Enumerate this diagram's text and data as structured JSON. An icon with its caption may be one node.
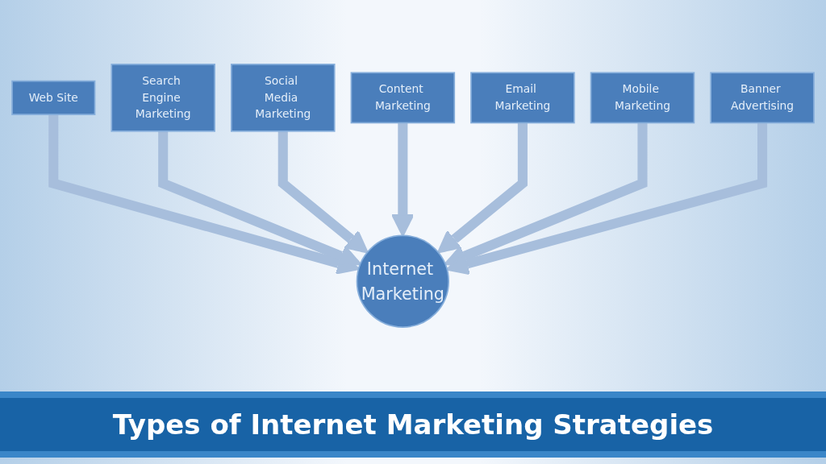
{
  "diagram": {
    "title": "Types of Internet Marketing Strategies",
    "nodes": [
      {
        "text": [
          "Web Site"
        ]
      },
      {
        "text": [
          "Search Engine Marketing"
        ]
      },
      {
        "text": [
          "Social Media Marketing"
        ]
      },
      {
        "text": [
          "Content Marketing"
        ]
      },
      {
        "text": [
          "Email Marketing"
        ]
      },
      {
        "text": [
          "Mobile Marketing"
        ]
      },
      {
        "text": [
          "Banner Advertising"
        ]
      },
      {
        "text": [
          "Internet Marketing"
        ]
      }
    ],
    "edges": [
      {
        "from": 0,
        "to": 7,
        "arrow": "to"
      },
      {
        "from": 1,
        "to": 7,
        "arrow": "to"
      },
      {
        "from": 2,
        "to": 7,
        "arrow": "to"
      },
      {
        "from": 3,
        "to": 7,
        "arrow": "to"
      },
      {
        "from": 4,
        "to": 7,
        "arrow": "to"
      },
      {
        "from": 5,
        "to": 7,
        "arrow": "to"
      },
      {
        "from": 6,
        "to": 7,
        "arrow": "to"
      }
    ]
  }
}
